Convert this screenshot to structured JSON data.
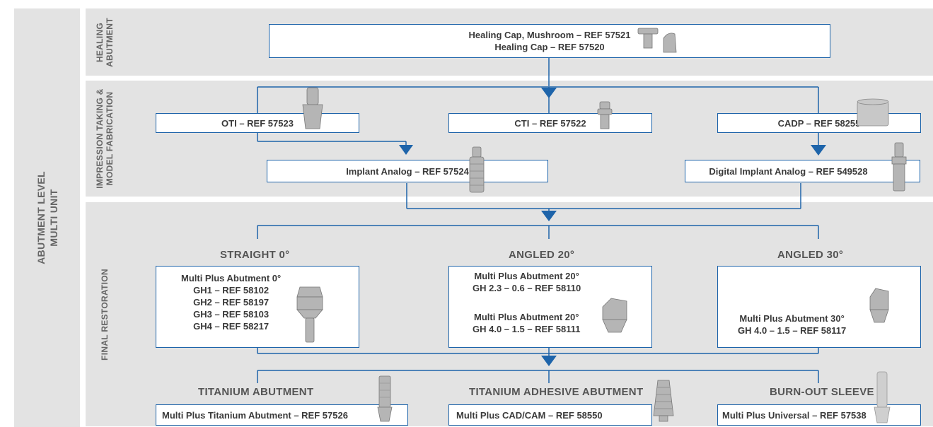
{
  "colors": {
    "band": "#e3e3e3",
    "connector": "#1e64aa",
    "label": "#666666",
    "text": "#3a3a3a",
    "metal": "#b5b5b5"
  },
  "side_label": [
    "ABUTMENT LEVEL",
    "MULTI UNIT"
  ],
  "sections": {
    "healing": [
      "HEALING",
      "ABUTMENT"
    ],
    "impression": [
      "IMPRESSION TAKING &",
      "MODEL FABRICATION"
    ],
    "final": [
      "FINAL RESTORATION"
    ]
  },
  "healing": {
    "line1": "Healing Cap, Mushroom – REF 57521",
    "line2": "Healing Cap – REF 57520"
  },
  "impression": {
    "oti": "OTI – REF 57523",
    "cti": "CTI – REF 57522",
    "cadp": "CADP – REF 58255",
    "analog": "Implant Analog – REF 57524",
    "digital_analog": "Digital Implant Analog – REF 549528"
  },
  "final": {
    "straight": {
      "heading": "STRAIGHT 0°",
      "lines": [
        "Multi Plus Abutment 0°",
        "GH1 – REF 58102",
        "GH2 – REF 58197",
        "GH3 – REF 58103",
        "GH4 – REF 58217"
      ]
    },
    "angled20": {
      "heading": "ANGLED 20°",
      "lines": [
        "Multi Plus Abutment 20°",
        "GH 2.3 – 0.6 – REF 58110",
        "Multi Plus Abutment 20°",
        "GH 4.0 – 1.5 – REF 58111"
      ]
    },
    "angled30": {
      "heading": "ANGLED 30°",
      "lines": [
        "Multi Plus Abutment 30°",
        "GH 4.0 – 1.5 – REF 58117"
      ]
    },
    "titanium": {
      "heading": "TITANIUM ABUTMENT",
      "label": "Multi Plus Titanium Abutment – REF 57526"
    },
    "adhesive": {
      "heading": "TITANIUM ADHESIVE ABUTMENT",
      "label": "Multi Plus CAD/CAM – REF 58550"
    },
    "burnout": {
      "heading": "BURN-OUT SLEEVE",
      "label": "Multi Plus Universal – REF 57538"
    }
  }
}
